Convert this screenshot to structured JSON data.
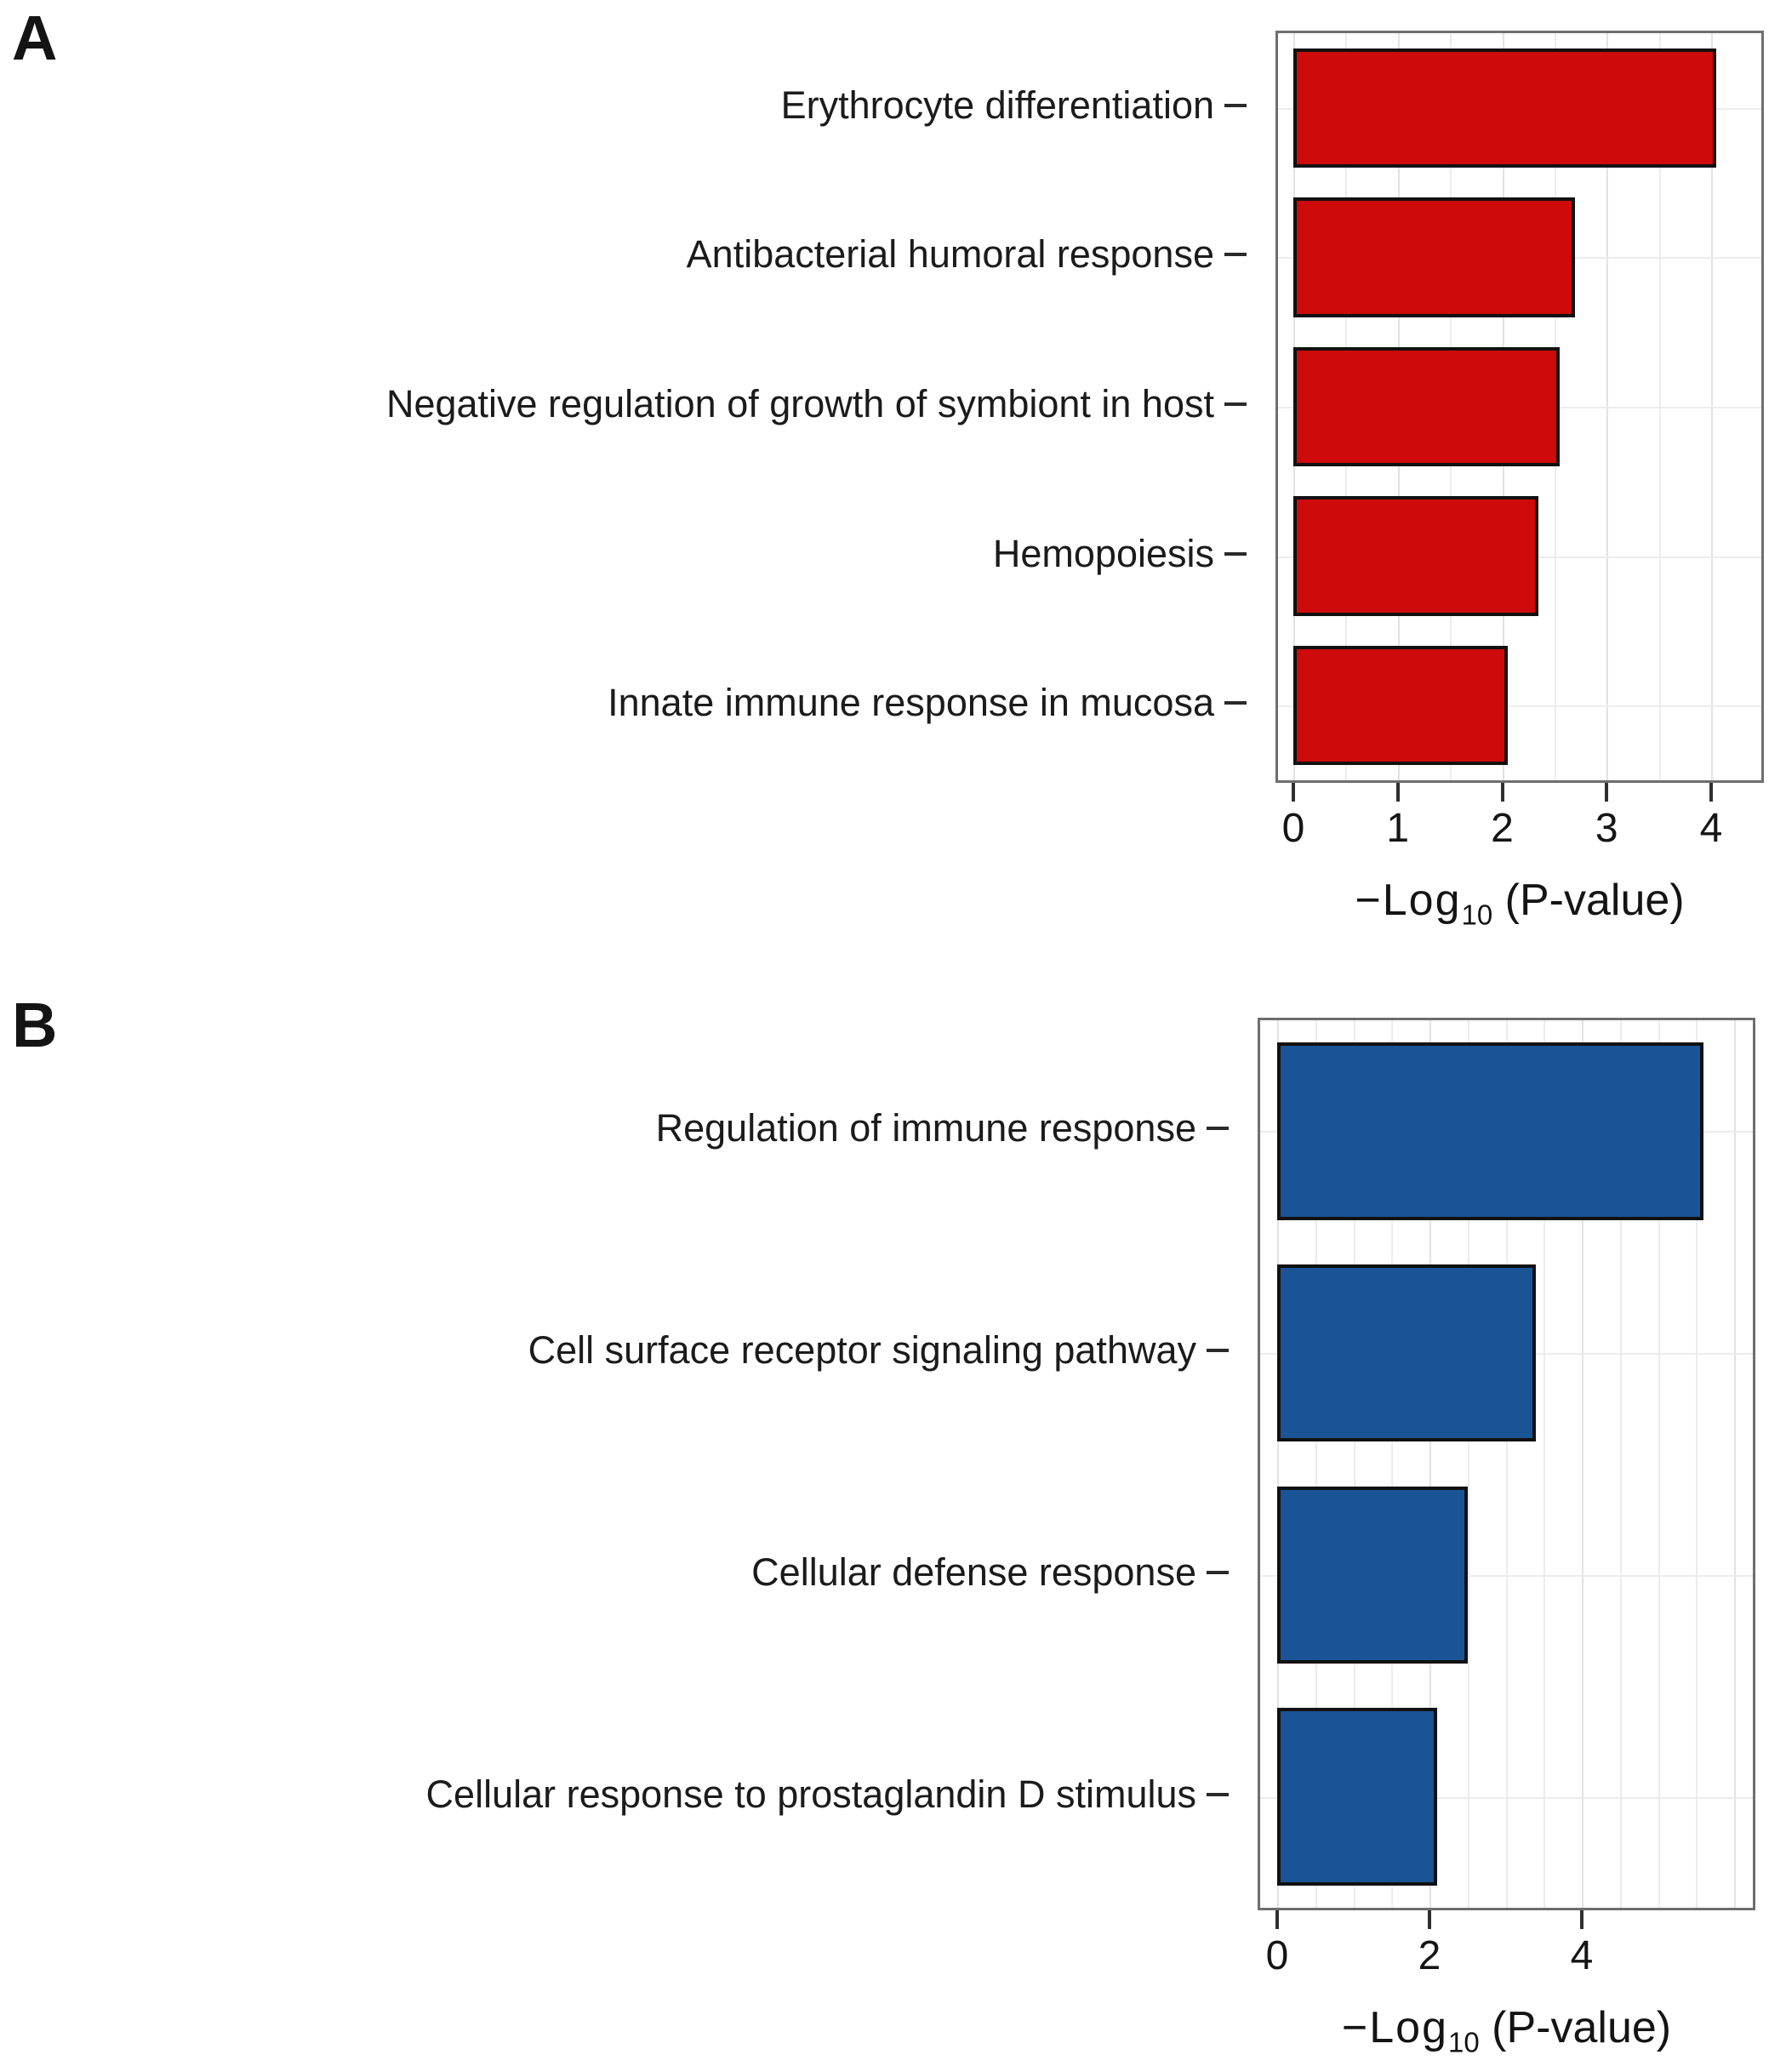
{
  "figure": {
    "panels": [
      {
        "letter": "A",
        "axis_title_prefix": "−Log",
        "axis_title_sub": "10",
        "axis_title_suffix": " (P-value)",
        "xlabel_full": "−Log10 (P-value)"
      },
      {
        "letter": "B",
        "axis_title_prefix": "−Log",
        "axis_title_sub": "10",
        "axis_title_suffix": " (P-value)",
        "xlabel_full": "−Log10 (P-value)"
      }
    ]
  },
  "chart_data": [
    {
      "type": "bar",
      "orientation": "horizontal",
      "panel": "A",
      "title": "",
      "xlabel": "−Log10 (P-value)",
      "ylabel": "",
      "xlim": [
        0,
        4.35
      ],
      "xticks": [
        0,
        1,
        2,
        3,
        4
      ],
      "xticklabels": [
        "0",
        "1",
        "2",
        "3",
        "4"
      ],
      "grid": true,
      "legend": "none",
      "bar_color": "#CE0A0A",
      "bar_edge_color": "#111111",
      "categories": [
        "Erythrocyte differentiation",
        "Antibacterial humoral response",
        "Negative regulation of growth of symbiont in host",
        "Hemopoiesis",
        "Innate immune response in mucosa"
      ],
      "values": [
        4.05,
        2.7,
        2.55,
        2.35,
        2.05
      ]
    },
    {
      "type": "bar",
      "orientation": "horizontal",
      "panel": "B",
      "title": "",
      "xlabel": "−Log10 (P-value)",
      "ylabel": "",
      "xlim": [
        0,
        6.0
      ],
      "xticks": [
        0,
        2,
        4
      ],
      "xticklabels": [
        "0",
        "2",
        "4"
      ],
      "grid": true,
      "legend": "none",
      "bar_color": "#1A5494",
      "bar_edge_color": "#111111",
      "categories": [
        "Regulation of immune response",
        "Cell surface receptor signaling pathway",
        "Cellular defense response",
        "Cellular response to prostaglandin D stimulus"
      ],
      "values": [
        5.6,
        3.4,
        2.5,
        2.1
      ]
    }
  ]
}
